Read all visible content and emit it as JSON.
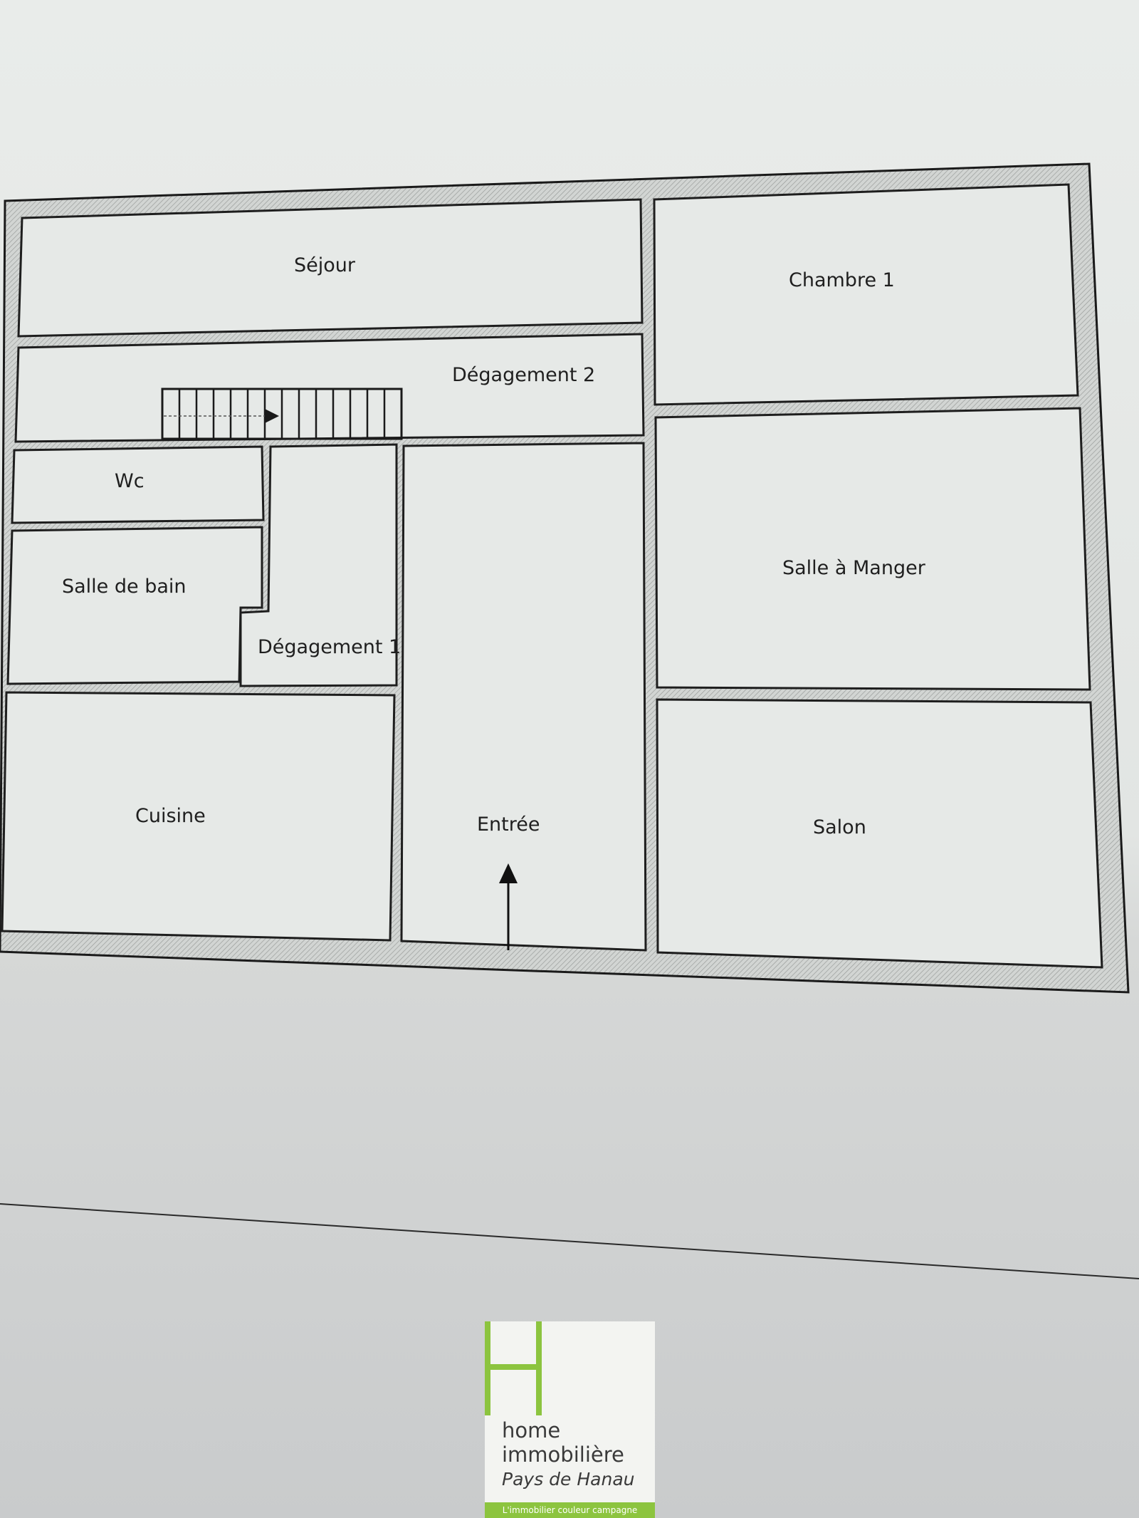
{
  "floorplan": {
    "rooms": [
      {
        "id": "sejour",
        "label": "Séjour"
      },
      {
        "id": "chambre-1",
        "label": "Chambre 1"
      },
      {
        "id": "degagement-2",
        "label": "Dégagement 2"
      },
      {
        "id": "wc",
        "label": "Wc"
      },
      {
        "id": "salle-de-bain",
        "label": "Salle de bain"
      },
      {
        "id": "degagement-1",
        "label": "Dégagement 1"
      },
      {
        "id": "salle-a-manger",
        "label": "Salle à Manger"
      },
      {
        "id": "cuisine",
        "label": "Cuisine"
      },
      {
        "id": "entree",
        "label": "Entrée"
      },
      {
        "id": "salon",
        "label": "Salon"
      }
    ]
  },
  "logo": {
    "line1": "home",
    "line2": "immobilière",
    "line3": "Pays de Hanau",
    "tagline": "L'immobilier couleur campagne",
    "accent_color": "#8cc43f"
  }
}
